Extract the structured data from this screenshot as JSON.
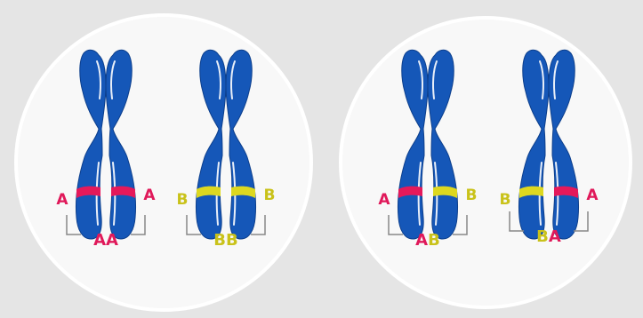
{
  "colors": {
    "background": "#e5e5e5",
    "disc": "#f8f8f8",
    "disc_ring": "#ffffff",
    "chromosome": "#1557b8",
    "chromosome_highlight": "#ffffff",
    "allele_A": "#e5195a",
    "allele_B": "#ddd81f",
    "label_A": "#e0195a",
    "label_B": "#c9c21a",
    "bracket": "#888888"
  },
  "cells": [
    {
      "name": "cell-1",
      "pairs": [
        {
          "name": "pair-AA",
          "left": {
            "allele": "A",
            "label": "A"
          },
          "right": {
            "allele": "A",
            "label": "A"
          },
          "genotype": [
            {
              "text": "A",
              "allele": "A"
            },
            {
              "text": "A",
              "allele": "A"
            }
          ]
        },
        {
          "name": "pair-BB",
          "left": {
            "allele": "B",
            "label": "B"
          },
          "right": {
            "allele": "B",
            "label": "B"
          },
          "genotype": [
            {
              "text": "B",
              "allele": "B"
            },
            {
              "text": "B",
              "allele": "B"
            }
          ]
        }
      ]
    },
    {
      "name": "cell-2",
      "pairs": [
        {
          "name": "pair-AB",
          "left": {
            "allele": "A",
            "label": "A"
          },
          "right": {
            "allele": "B",
            "label": "B"
          },
          "genotype": [
            {
              "text": "A",
              "allele": "A"
            },
            {
              "text": "B",
              "allele": "B"
            }
          ]
        },
        {
          "name": "pair-BA",
          "left": {
            "allele": "B",
            "label": "B"
          },
          "right": {
            "allele": "A",
            "label": "A"
          },
          "genotype": [
            {
              "text": "B",
              "allele": "B"
            },
            {
              "text": "A",
              "allele": "A"
            }
          ]
        }
      ]
    }
  ]
}
